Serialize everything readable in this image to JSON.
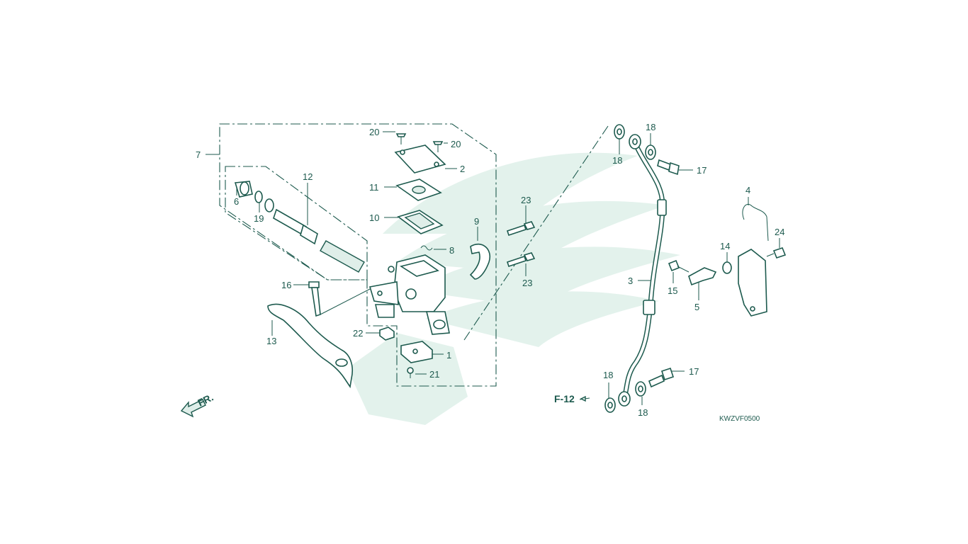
{
  "diagram": {
    "code": "KWZVF0500",
    "reference": "F-12",
    "front_marker": "FR.",
    "colors": {
      "line": "#1d5a4e",
      "watermark": "#e3f2ec",
      "background": "#ffffff"
    },
    "labels": {
      "p1": "1",
      "p2": "2",
      "p3": "3",
      "p4": "4",
      "p5": "5",
      "p6": "6",
      "p7": "7",
      "p8": "8",
      "p9": "9",
      "p10": "10",
      "p11": "11",
      "p12": "12",
      "p13": "13",
      "p14": "14",
      "p15": "15",
      "p16": "16",
      "p17a": "17",
      "p17b": "17",
      "p18a": "18",
      "p18b": "18",
      "p18c": "18",
      "p18d": "18",
      "p19": "19",
      "p20a": "20",
      "p20b": "20",
      "p21": "21",
      "p22": "22",
      "p23a": "23",
      "p23b": "23",
      "p24": "24"
    }
  }
}
